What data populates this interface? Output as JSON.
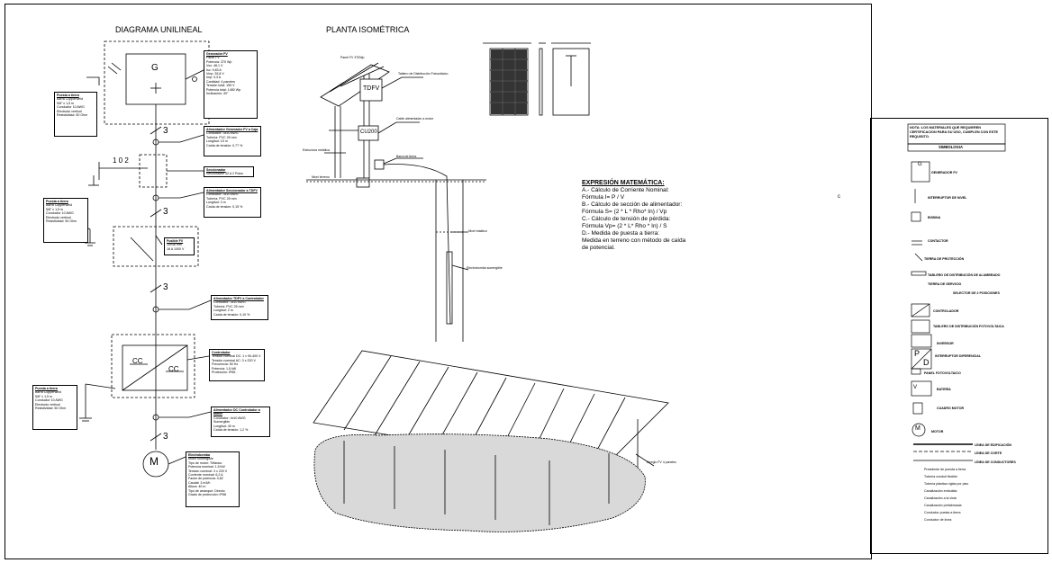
{
  "titles": {
    "diagram": "DIAGRAMA UNILINEAL",
    "iso": "PLANTA ISOMÉTRICA"
  },
  "expression": {
    "heading": "EXPRESIÓN MATEMÁTICA:",
    "lines": [
      "A.-   Cálculo de Corriente Nominal:",
      "Fórmula      I= P / V",
      "B.-   Cálculo de sección de alimentador:",
      "Fórmula      S= (2 * L * Rho* In) / Vp",
      "C.-   Cálculo de tensión de pérdida:",
      "Fórmula      Vp= (2 * L* Rho * In) / S",
      "D.-   Medida de puesta a tierra:",
      "Medida en terreno con método de caída",
      "de potencial."
    ],
    "side_mark": "c"
  },
  "diagram_labels": {
    "generator": "G",
    "wire_count": "3",
    "switch_mark": "1 0 2",
    "converter_top": "CC",
    "converter_bottom": "CC",
    "motor": "M"
  },
  "iso_labels": {
    "tdfv": "TDFV",
    "cu": "CU200",
    "panel_note": "Panel FV 370Wp",
    "tdfv_note": "Tablero de Distribución Fotovoltaico",
    "ground_note": "Nivel terreno",
    "pump_note": "Electrobomba sumergible",
    "well_note": "Nivel estático",
    "structure_note": "Estructura metálica",
    "ground_rod_note": "Barra de tierra",
    "feeder_note": "Cable alimentador a motor",
    "array_note": "Arreglo FV 4 paneles"
  },
  "legend": {
    "note": "NOTA: LOS MATERIALES QUE REQUIEREN CERTIFICACION PARA SU USO, CUMPLEN CON ESTE REQUISITO.",
    "title": "SIMBOLOGIA",
    "items": [
      "GENERADOR FV",
      "INTERRUPTOR DE NIVEL",
      "BOBINA",
      "CONTACTOR",
      "TIERRA DE PROTECCIÓN",
      "TABLERO DE DISTRIBUCIÓN DE ALUMBRADO",
      "TIERRA DE SERVICIO",
      "SELECTOR DE 2 POSICIONES",
      "CONTROLADOR",
      "TABLERO DE DISTRIBUCIÓN FOTOVOLTAICA",
      "INVERSOR",
      "INTERRUPTOR DIFERENCIAL",
      "PANEL FOTOVOLTAICO",
      "BATERÍA",
      "CUADRO MOTOR",
      "MOTOR",
      "LÍNEA DE EDIFICACIÓN",
      "LÍNEA DE CORTE",
      "LÍNEA DE CONDUCTORES"
    ],
    "abbreviations": [
      "Presidente de puesta a tierra",
      "Tubería conduit flexible",
      "Tubería plástica rígida por piso",
      "Canalización embutida",
      "Canalización a la vista",
      "Canalización prefabricada",
      "Conductor puesta a tierra",
      "Conductor de línea"
    ],
    "bat_mark": "V",
    "inv_p": "P",
    "inv_d": "D",
    "motor_mark": "M",
    "gen_mark": "G"
  },
  "spec_boxes": {
    "gen": [
      "Generador FV",
      "Panel FV",
      "Potencia: 370 Wp",
      "Voc: 48,1 V",
      "Isc: 9,83 A",
      "Vmp: 39,8 V",
      "Imp: 9,3 A",
      "Cantidad: 4 paneles",
      "Tensión total: 159 V",
      "Potencia total: 1480 Wp",
      "Inclinación: 30°"
    ],
    "feeder1": [
      "Alimentador Generador FV a Caja",
      "Conductor: 3x10 AWG",
      "Tubería: PVC 25 mm",
      "Longitud: 15 m",
      "Caída de tensión: 0,77 %"
    ],
    "disconnect": [
      "Seccionador",
      "Seccionador 32 A 2 Polos"
    ],
    "feeder2": [
      "Alimentador Seccionador a TDFV",
      "Conductor: 3x10 AWG",
      "Tubería: PVC 25 mm",
      "Longitud: 3 m",
      "Caída de tensión: 0,15 %"
    ],
    "fuse": [
      "Fusible FV",
      "10x38 mm",
      "16 A 1000 V"
    ],
    "feeder3": [
      "Alimentador TDFV a Controlador",
      "Conductor: 3x10 AWG",
      "Tubería: PVC 25 mm",
      "Longitud: 2 m",
      "Caída de tensión: 0,10 %"
    ],
    "controller": [
      "Controlador",
      "Tensión nominal DC: 1 x 90-400 V",
      "Tensión nominal AC: 3 x 220 V",
      "Frecuencia: 50 Hz",
      "Potencia: 1,5 kW",
      "Protección: IP65"
    ],
    "feeder4": [
      "Alimentador DC Controlador a Motor",
      "Conductor: 4x10 AWG",
      "Sumergible",
      "Longitud: 40 m",
      "Caída de tensión: 1,2 %"
    ],
    "motor": [
      "Electrobomba",
      "Motor sumergible",
      "Tipo de motor: Trifásico",
      "Potencia nominal: 1,5 kW",
      "Tensión nominal: 3 x 220 V",
      "Corriente nominal: 6,2 A",
      "Factor de potencia: 0,82",
      "Caudal: 3 m3/h",
      "Altura: 40 m",
      "Tipo de arranque: Directo",
      "Grado de protección: IP68"
    ],
    "ground1": [
      "Puesta a tierra",
      "Barra Copperweld",
      "5/8\" x 1,5 m",
      "Conductor 10 AWG",
      "Electrodo vertical",
      "Resistividad: 50 Ohm"
    ],
    "ground2": [
      "Puesta a tierra",
      "Barra Copperweld",
      "5/8\" x 1,5 m",
      "Conductor 10 AWG",
      "Electrodo vertical",
      "Resistividad: 50 Ohm"
    ],
    "ground3": [
      "Puesta a tierra",
      "Barra Copperweld",
      "5/8\" x 1,5 m",
      "Conductor 10 AWG",
      "Electrodo vertical",
      "Resistividad: 50 Ohm"
    ]
  }
}
